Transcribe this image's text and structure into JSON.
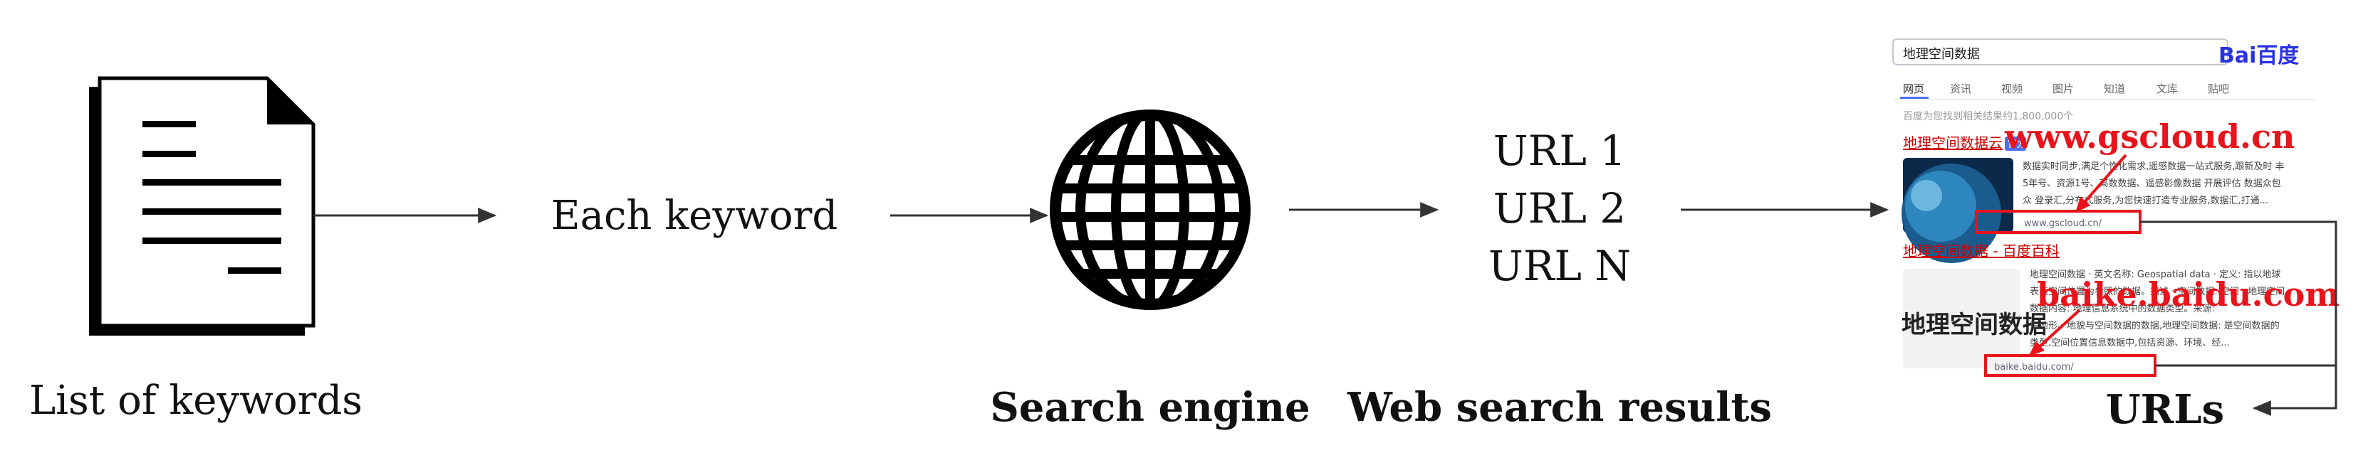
{
  "labels": {
    "list_of_keywords": "List of keywords",
    "each_keyword": "Each keyword",
    "search_engine": "Search engine",
    "web_search_results": "Web search results",
    "urls": "URLs"
  },
  "url_list": [
    "URL 1",
    "URL 2",
    "URL N"
  ],
  "screenshot": {
    "search_query": "地理空间数据",
    "logo": "Bai百度",
    "tabs": [
      "网页",
      "资讯",
      "视频",
      "图片",
      "知道",
      "文库",
      "贴吧"
    ],
    "result_count": "百度为您找到相关结果约1,800,000个",
    "result1_title": "地理空间数据云",
    "result1_badge": "官方",
    "result1_snippet": [
      "数据实时同步,满足个性化需求,遥感数据一站式服务,跟新及时 丰",
      "5年号、资源1号、高数数据、遥感影像数据 开展评估 数据众包",
      "众 登录汇,分布式服务,为您快速打造专业服务,数据汇,打通..."
    ],
    "result1_url": "www.gscloud.cn/",
    "result2_title": "地理空间数据 - 百度百科",
    "result2_image_text": "地理空间数据",
    "result2_snippet": [
      "地理空间数据 · 英文名称: Geospatial data · 定义: 指以地球",
      "表面空间位置为参照的数据。描述 · 空间数据: 空间 · 地理空间",
      "数据内容: 地理信息系统中的数据类型。来源:",
      "指地形、地貌与空间数据的数据,地理空间数据: 是空间数据的",
      "类型,空间位置信息数据中,包括资源、环境、经..."
    ],
    "result2_url": "baike.baidu.com/",
    "annotation1": "www.gscloud.cn",
    "annotation2": "baike.baidu.com"
  },
  "colors": {
    "annotation_red": "#e8131b",
    "baidu_blue": "#2932e1",
    "link_red": "#cc0000"
  }
}
